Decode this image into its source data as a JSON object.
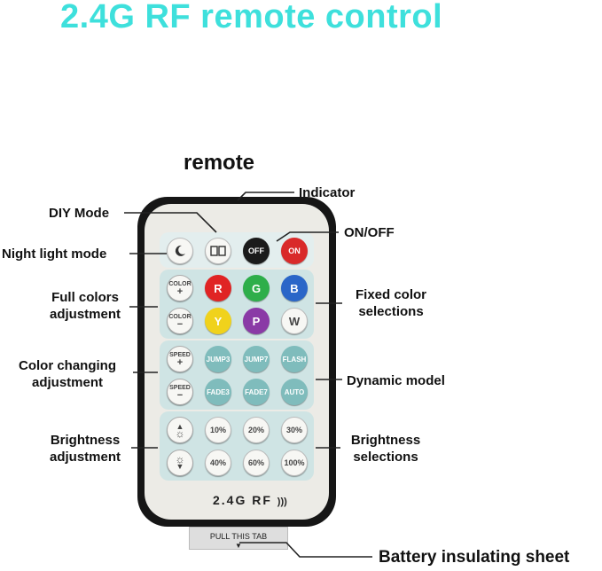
{
  "title": "2.4G RF remote control",
  "subtitle": "remote",
  "labels": {
    "indicator": "Indicator",
    "diy_mode": "DIY Mode",
    "on_off": "ON/OFF",
    "night_light": "Night light mode",
    "full_colors_1": "Full colors",
    "full_colors_2": "adjustment",
    "fixed_color_1": "Fixed color",
    "fixed_color_2": "selections",
    "color_changing_1": "Color changing",
    "color_changing_2": "adjustment",
    "dynamic_model": "Dynamic model",
    "brightness_adj_1": "Brightness",
    "brightness_adj_2": "adjustment",
    "brightness_sel_1": "Brightness",
    "brightness_sel_2": "selections",
    "battery_sheet": "Battery insulating sheet"
  },
  "remote": {
    "brand": "2.4G RF",
    "tab": "PULL THIS TAB",
    "off": "OFF",
    "on": "ON",
    "color_plus": "COLOR",
    "color_minus": "COLOR",
    "speed_plus": "SPEED",
    "speed_minus": "SPEED",
    "colors": [
      {
        "label": "R",
        "color": "#e02424"
      },
      {
        "label": "G",
        "color": "#2eae4a"
      },
      {
        "label": "B",
        "color": "#2a66c8"
      },
      {
        "label": "Y",
        "color": "#f0d21c"
      },
      {
        "label": "P",
        "color": "#8a3aa6"
      },
      {
        "label": "W",
        "color": "#f7f7f4"
      }
    ],
    "modes": [
      "JUMP3",
      "JUMP7",
      "FLASH",
      "FADE3",
      "FADE7",
      "AUTO"
    ],
    "brightness": [
      "10%",
      "20%",
      "30%",
      "40%",
      "60%",
      "100%"
    ]
  }
}
